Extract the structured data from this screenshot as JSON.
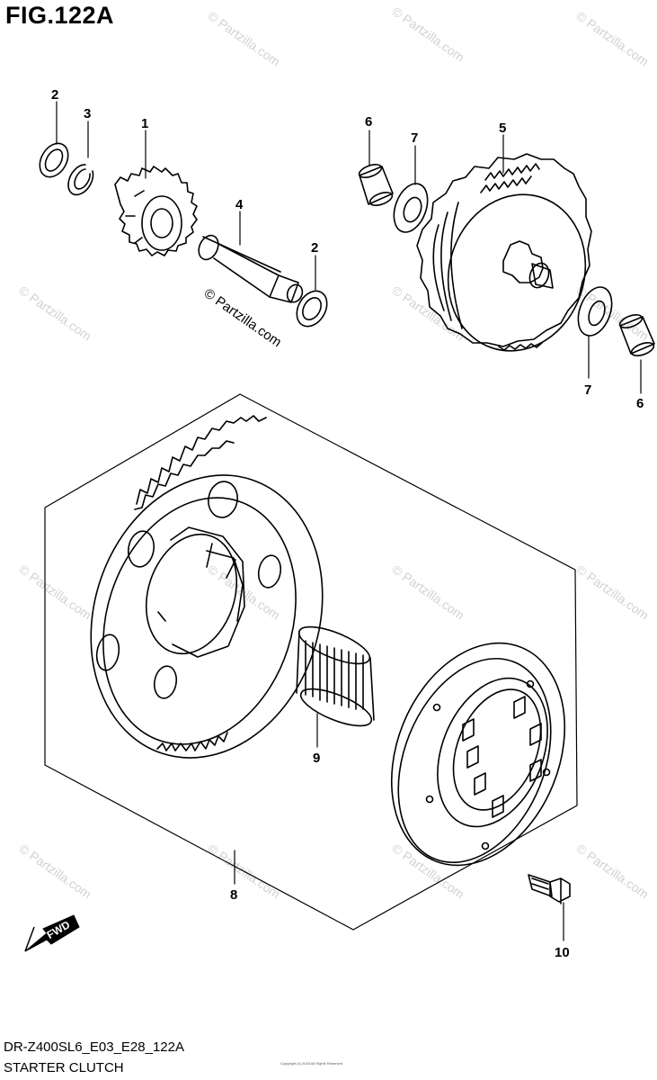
{
  "figure": {
    "title": "FIG.122A"
  },
  "footer": {
    "code": "DR-Z400SL6_E03_E28_122A",
    "name": "STARTER CLUTCH"
  },
  "watermark": {
    "text": "© Partzilla.com",
    "fine_print": "Copyright (c) 2016 All Rights Reserved"
  },
  "fwd_label": "FWD",
  "callouts": {
    "c1": "1",
    "c2a": "2",
    "c2b": "2",
    "c3": "3",
    "c4": "4",
    "c5": "5",
    "c6a": "6",
    "c6b": "6",
    "c7a": "7",
    "c7b": "7",
    "c8": "8",
    "c9": "9",
    "c10": "10"
  },
  "colors": {
    "line": "#000000",
    "watermark": "#d2d2d2",
    "background": "#ffffff"
  }
}
